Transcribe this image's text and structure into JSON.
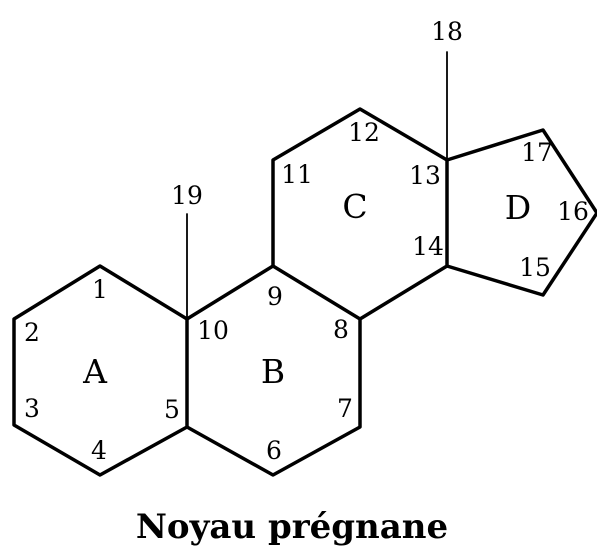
{
  "title": "Noyau prégnane",
  "rings": {
    "A": "A",
    "B": "B",
    "C": "C",
    "D": "D"
  },
  "positions": {
    "p1": "1",
    "p2": "2",
    "p3": "3",
    "p4": "4",
    "p5": "5",
    "p6": "6",
    "p7": "7",
    "p8": "8",
    "p9": "9",
    "p10": "10",
    "p11": "11",
    "p12": "12",
    "p13": "13",
    "p14": "14",
    "p15": "15",
    "p16": "16",
    "p17": "17",
    "p18": "18",
    "p19": "19"
  }
}
